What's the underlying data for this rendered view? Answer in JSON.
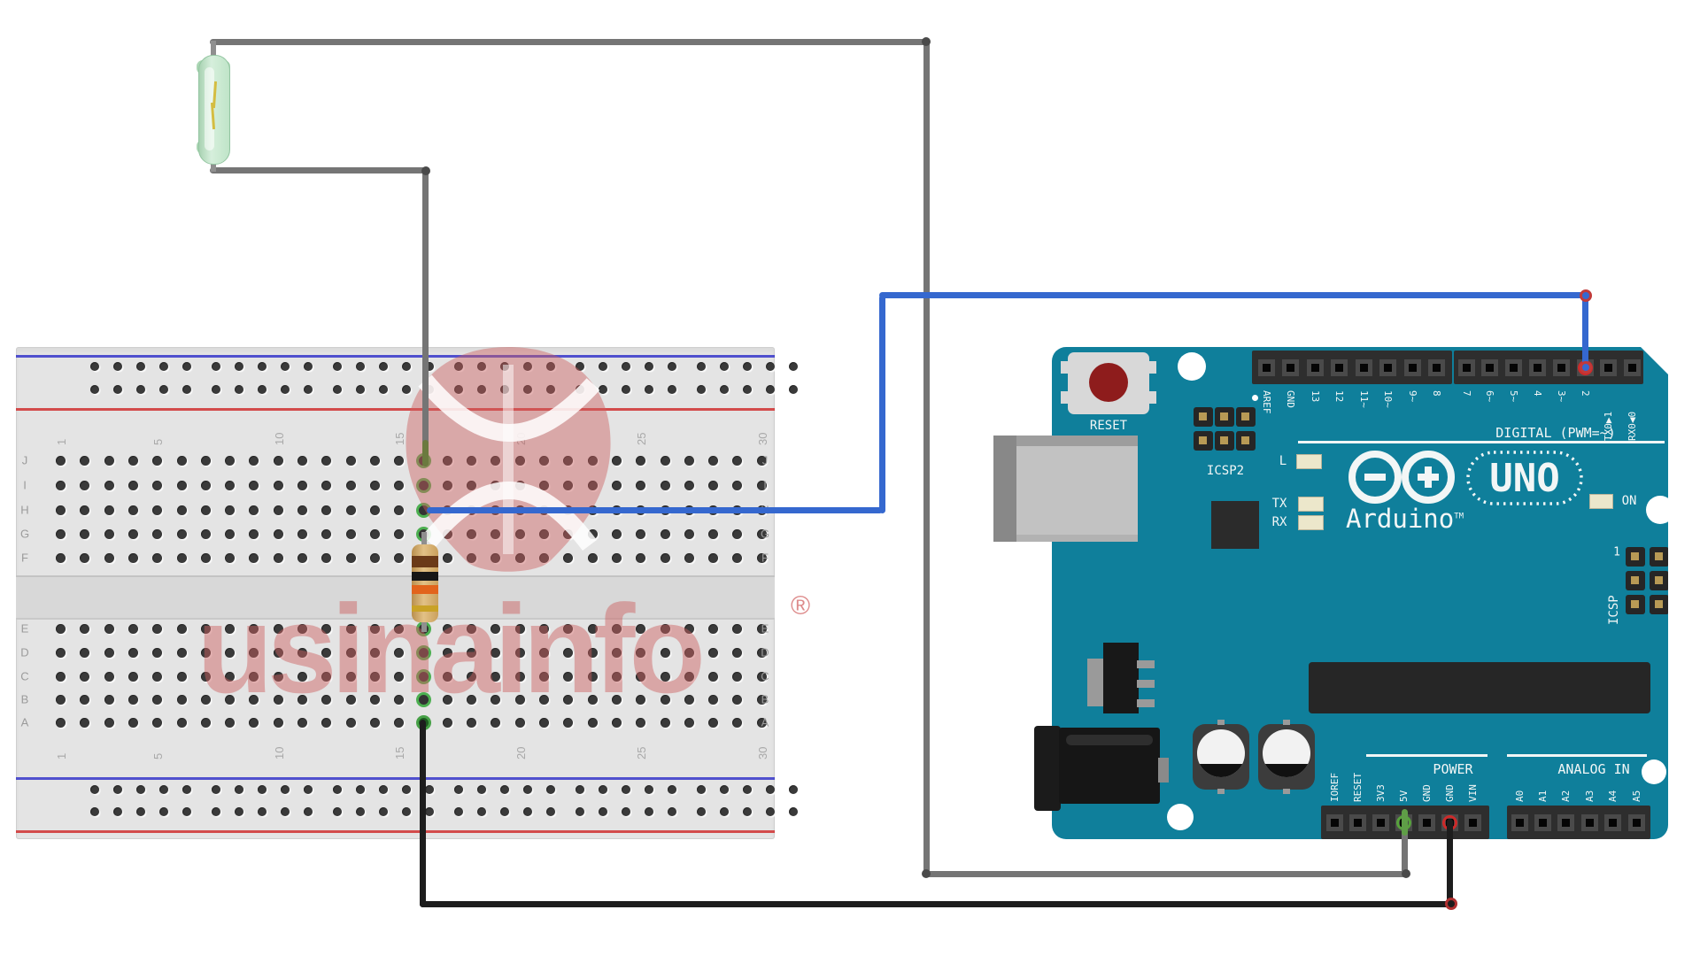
{
  "watermark": {
    "text": "usinainfo",
    "registered": "®"
  },
  "breadboard": {
    "column_count": 30,
    "column_labels": [
      "1",
      "5",
      "10",
      "15",
      "20",
      "25",
      "30"
    ],
    "row_labels_top": [
      "J",
      "I",
      "H",
      "G",
      "F"
    ],
    "row_labels_bottom": [
      "E",
      "D",
      "C",
      "B",
      "A"
    ]
  },
  "arduino": {
    "reset_label": "RESET",
    "icsp2_label": "ICSP2",
    "icsp_label": "ICSP",
    "icsp_pin1_label": "1",
    "led_l_label": "L",
    "led_tx_label": "TX",
    "led_rx_label": "RX",
    "led_on_label": "ON",
    "brand": "Arduino",
    "brand_tm": "TM",
    "model": "UNO",
    "digital_caption": "DIGITAL (PWM=~)",
    "power_caption": "POWER",
    "analog_caption": "ANALOG IN",
    "digital_pins_left": [
      "AREF",
      "GND",
      "13",
      "12",
      "11~",
      "10~",
      "9~",
      "8"
    ],
    "digital_pins_right": [
      "7",
      "6~",
      "5~",
      "4",
      "3~",
      "2",
      "TX0▶1",
      "RX0◀0"
    ],
    "power_pins": [
      "IOREF",
      "RESET",
      "3V3",
      "5V",
      "GND",
      "GND",
      "VIN"
    ],
    "analog_pins": [
      "A0",
      "A1",
      "A2",
      "A3",
      "A4",
      "A5"
    ],
    "connected_pins": {
      "digital": "2",
      "power_5v": "5V",
      "power_gnd": "GND"
    }
  },
  "components": {
    "reed_switch": "reed-switch",
    "resistor": "resistor",
    "resistor_band_colors": [
      "brown",
      "black",
      "orange",
      "gold"
    ]
  },
  "colors": {
    "board_teal": "#0f7f9b",
    "wire_gray": "#757575",
    "wire_blue": "#3568cf",
    "wire_black": "#1d1d1d",
    "highlight_green": "#4caf50",
    "highlight_red": "#cc2a2a",
    "watermark_pink": "#cd5f5f",
    "breadboard_body": "#e4e4e4",
    "rail_red": "#d03030",
    "rail_blue": "#2a2ac8"
  }
}
